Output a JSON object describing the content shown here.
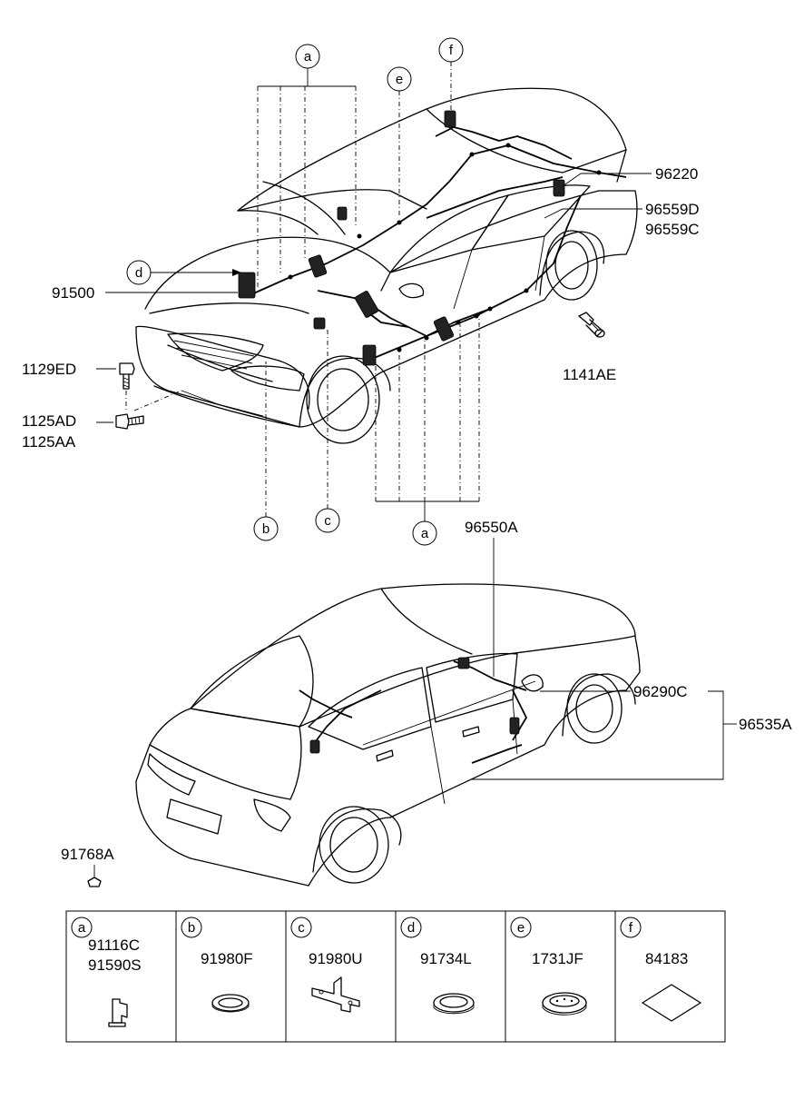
{
  "callouts": {
    "a_top": "a",
    "a_bottom": "a",
    "b": "b",
    "c": "c",
    "d": "d",
    "e": "e",
    "f": "f"
  },
  "part_labels": {
    "p91500": "91500",
    "p96220": "96220",
    "p96559D": "96559D",
    "p96559C": "96559C",
    "p1129ED": "1129ED",
    "p1125AD": "1125AD",
    "p1125AA": "1125AA",
    "p1141AE": "1141AE",
    "p96550A": "96550A",
    "p96290C": "96290C",
    "p96535A": "96535A",
    "p91768A": "91768A"
  },
  "legend": [
    {
      "key": "a",
      "parts": [
        "91116C",
        "91590S"
      ],
      "icon": "clip-icon"
    },
    {
      "key": "b",
      "parts": [
        "91980F"
      ],
      "icon": "grommet-icon"
    },
    {
      "key": "c",
      "parts": [
        "91980U"
      ],
      "icon": "bracket-icon"
    },
    {
      "key": "d",
      "parts": [
        "91734L"
      ],
      "icon": "grommet-icon"
    },
    {
      "key": "e",
      "parts": [
        "1731JF"
      ],
      "icon": "plug-icon"
    },
    {
      "key": "f",
      "parts": [
        "84183"
      ],
      "icon": "pad-icon"
    }
  ]
}
